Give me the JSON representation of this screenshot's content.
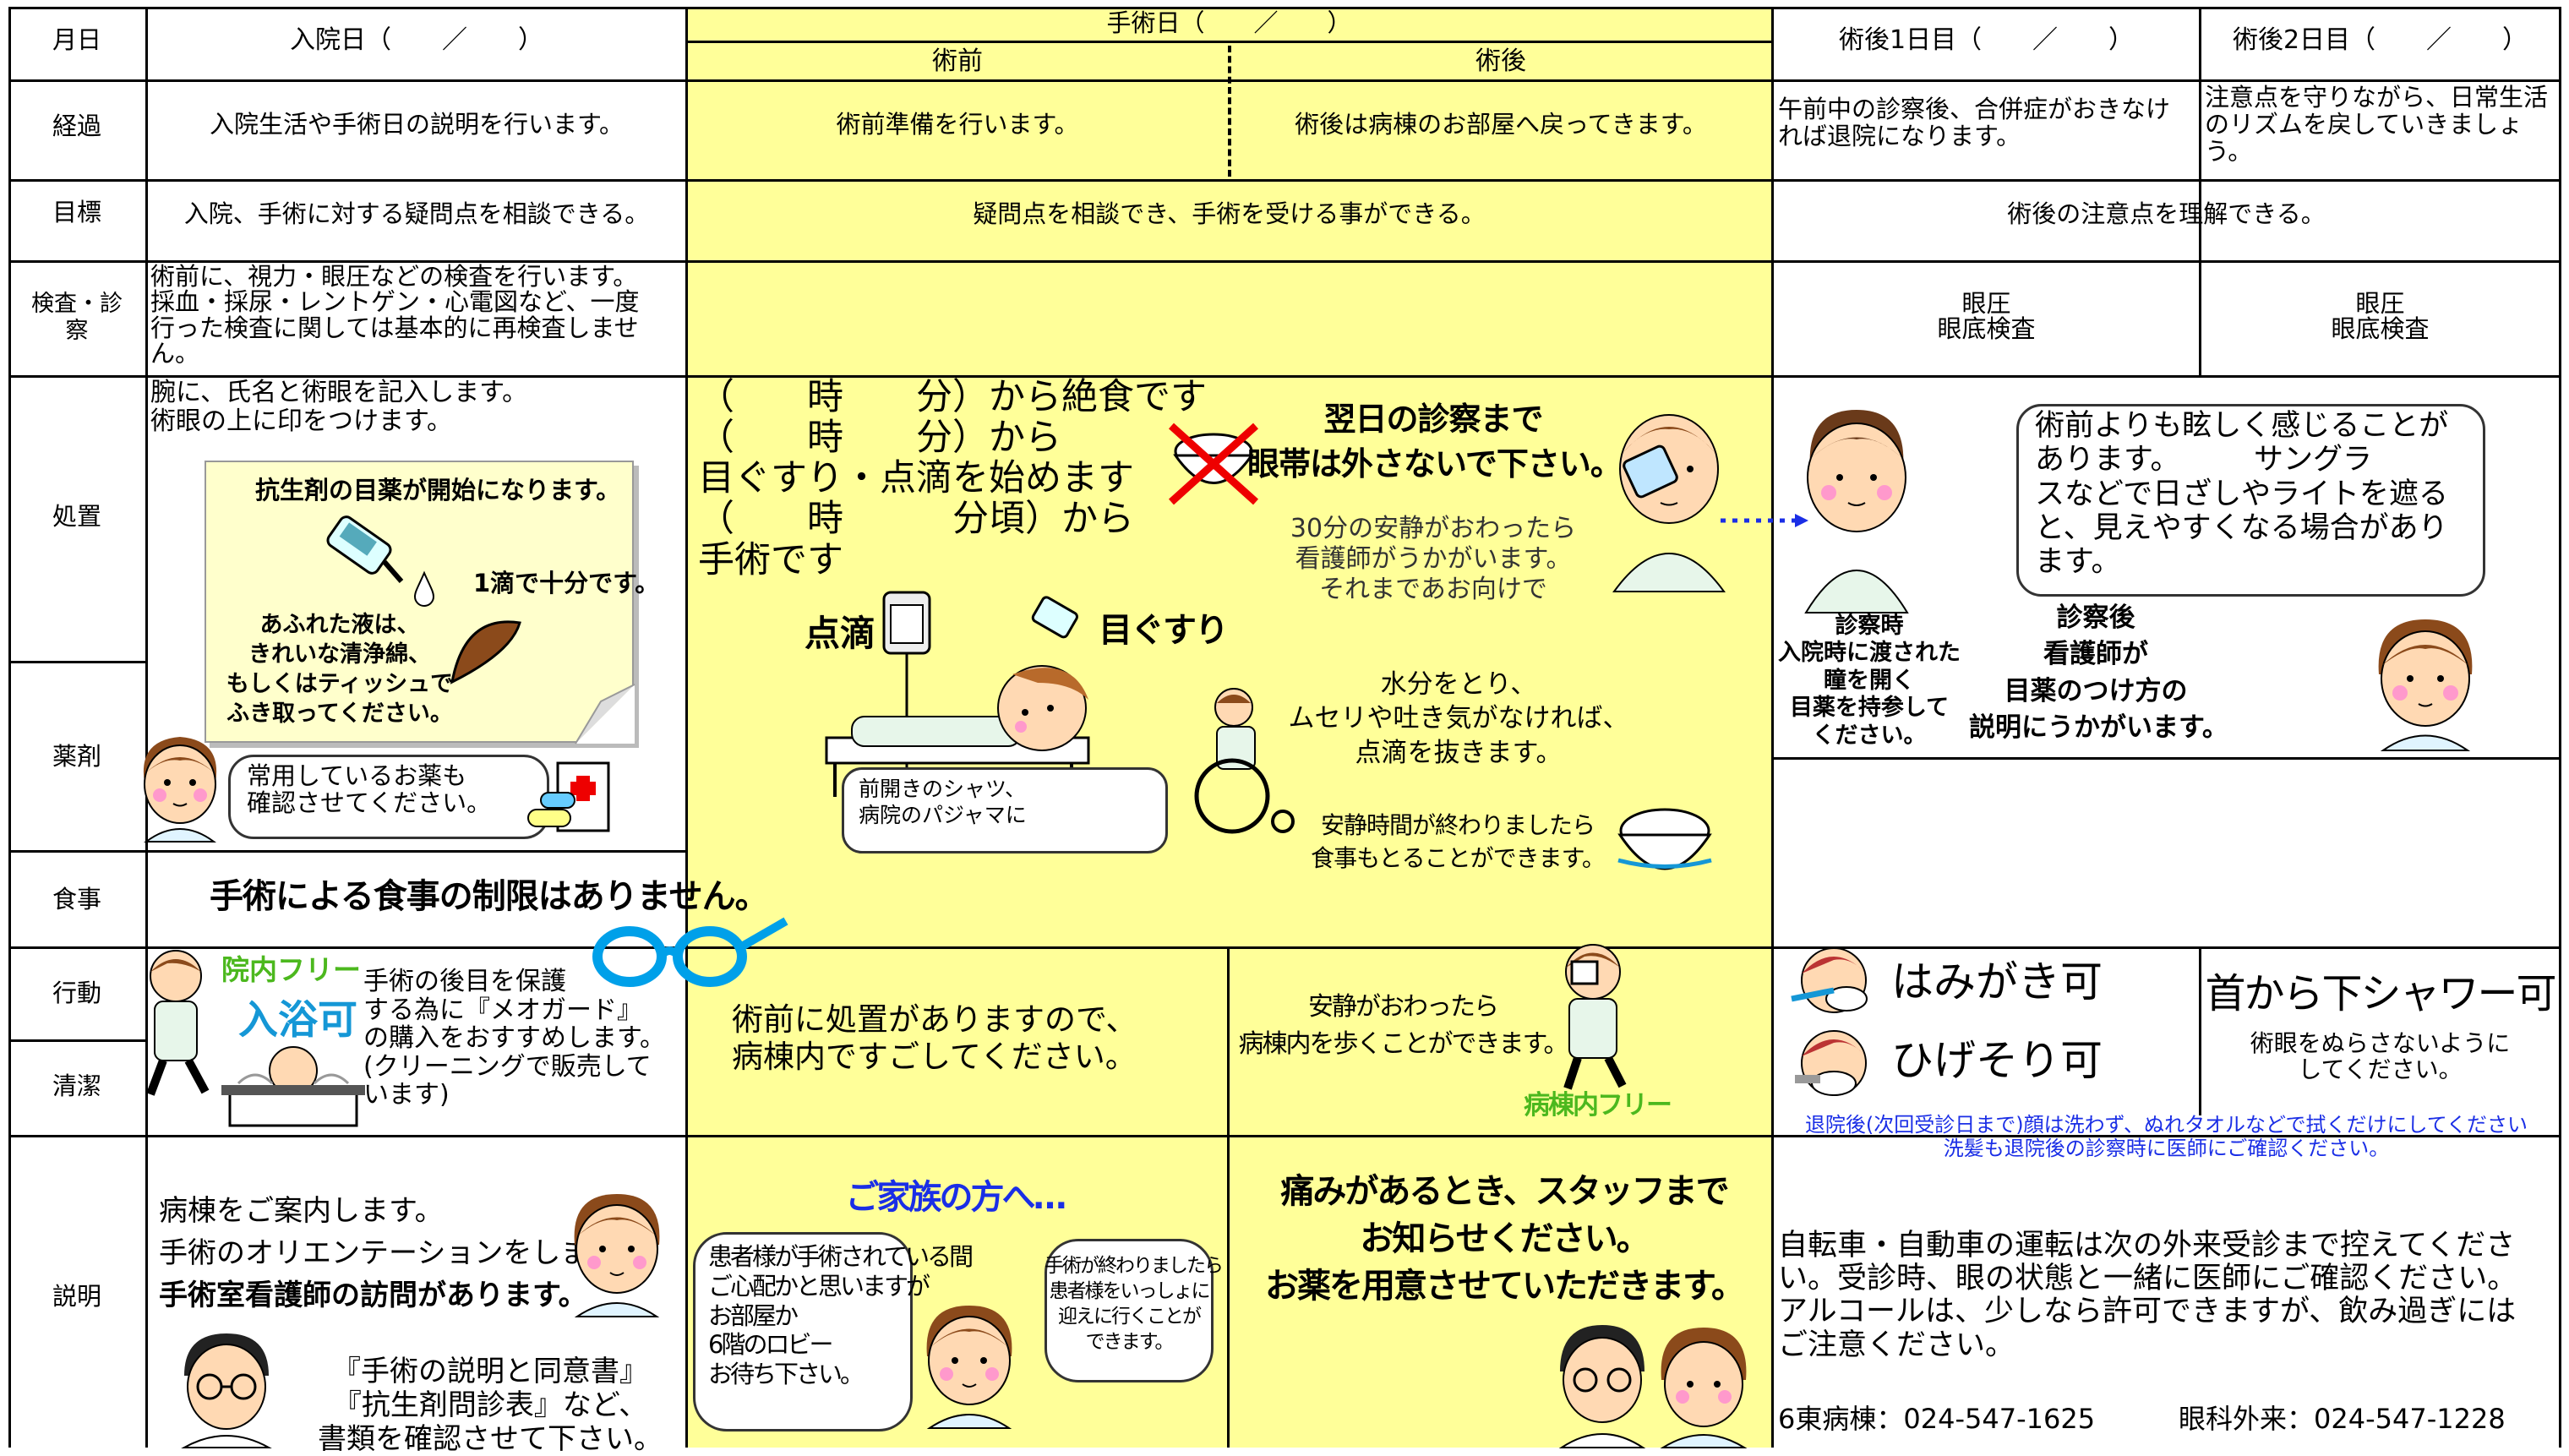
{
  "header": {
    "col_date": "月日",
    "admission": "入院日（　　／　　）",
    "surgery_day": "手術日（　　／　　）",
    "pre_op": "術前",
    "post_op": "術後",
    "post1": "術後1日目（　　／　　）",
    "post2": "術後2日目（　　／　　）"
  },
  "rows": {
    "progress": "経過",
    "goal": "目標",
    "exam": "検査・診\n察",
    "treatment": "処置",
    "medicine": "薬剤",
    "meal": "食事",
    "activity": "行動",
    "hygiene": "清潔",
    "explanation": "説明"
  },
  "progress": {
    "admission": "入院生活や手術日の説明を行います。",
    "pre_op": "術前準備を行います。",
    "post_op": "術後は病棟のお部屋へ戻ってきます。",
    "post1": "午前中の診察後、合併症がおきなけ\nれば退院になります。",
    "post2": "注意点を守りながら、日常生活\nのリズムを戻していきましょ\nう。"
  },
  "goal": {
    "admission": "入院、手術に対する疑問点を相談できる。",
    "surgery": "疑問点を相談でき、手術を受ける事ができる。",
    "post": "術後の注意点を理解できる。"
  },
  "exam": {
    "admission": "術前に、視力・眼圧などの検査を行います。\n採血・採尿・レントゲン・心電図など、一度\n行った検査に関しては基本的に再検査しませ\nん。",
    "post1": "眼圧\n眼底検査",
    "post2": "眼圧\n眼底検査"
  },
  "treatment": {
    "admission_lines": "腕に、氏名と術眼を記入します。\n術眼の上に印をつけます。",
    "note_title": "抗生剤の目薬が開始になります。",
    "note_drop": "1滴で十分です。",
    "note_wipe": "あふれた液は、\nきれいな清浄綿、\nもしくはティッシュで\nふき取ってください。",
    "regular_meds": "常用しているお薬も\n確認させてください。",
    "pre_op_times": "（　　時　　分）から絶食です\n（　　時　　分）から\n目ぐすり・点滴を始めます\n（　　時　　　分頃）から\n手術です",
    "drip_label": "点滴",
    "eyedrop_label": "目ぐすり",
    "pajama": "前開きのシャツ、\n病院のパジャマに",
    "eyeband": "翌日の診察まで\n眼帯は外さないで下さい。",
    "rest": "30分の安静がおわったら\n看護師がうかがいます。\nそれまであお向けで",
    "drip_remove": "水分をとり、\nムセリや吐き気がなければ、\n点滴を抜きます。",
    "meal_ok": "安静時間が終わりましたら\n食事もとることができます。",
    "bring_drops": "診察時\n入院時に渡された\n瞳を開く\n目薬を持参して\nください。",
    "nurse_explain": "診察後\n看護師が\n目薬のつけ方の\n説明にうかがいます。",
    "glare": "術前よりも眩しく感じることが\nあります。　　　サングラ\nスなどで日ざしやライトを遮る\nと、見えやすくなる場合があり\nます。"
  },
  "meal": {
    "admission": "手術による食事の制限はありません。"
  },
  "activity": {
    "ward_free": "院内フリー",
    "bath_ok": "入浴可",
    "meoguard": "手術の後目を保護\nする為に『メオガード』\nの購入をおすすめします。\n(クリーニングで販売して\nいます)",
    "pre_op": "術前に処置がありますので、\n病棟内ですごしてください。",
    "post_op": "安静がおわったら\n病棟内を歩くことができます。",
    "ward_free2": "病棟内フリー",
    "brush": "はみがき可",
    "shave": "ひげそり可",
    "shower": "首から下シャワー可",
    "shower_note": "術眼をぬらさないように\nしてください。",
    "face_note": "退院後(次回受診日まで)顔は洗わず、ぬれタオルなどで拭くだけにしてください\n洗髪も退院後の診察時に医師にご確認ください。"
  },
  "explanation": {
    "admission_l1": "病棟をご案内します。",
    "admission_l2": "手術のオリエンテーションをします。",
    "admission_l3": "手術室看護師の訪問があります。",
    "documents": "『手術の説明と同意書』\n『抗生剤問診表』など、\n書類を確認させて下さい。",
    "family_title": "ご家族の方へ…",
    "family_left": "患者様が手術されている間\nご心配かと思いますが\nお部屋か\n6階のロビー\nお待ち下さい。",
    "family_right": "手術が終わりましたら\n患者様をいっしょに\n迎えに行くことが\nできます。",
    "pain": "痛みがあるとき、スタッフまで\nお知らせください。\nお薬を用意させていただきます。",
    "driving": "自転車・自動車の運転は次の外来受診まで控えてくださ\nい。受診時、眼の状態と一緒に医師にご確認ください。\nアルコールは、少しなら許可できますが、飲み過ぎには\nご注意ください。",
    "ward_phone": "6東病棟：024-547-1625",
    "clinic_phone": "眼科外来：024-547-1228"
  },
  "colors": {
    "surgery_bg": "#ffff99",
    "blue_text": "#1a2ee6",
    "green_text": "#4cb81e",
    "note_bg": "#ffffcc"
  }
}
